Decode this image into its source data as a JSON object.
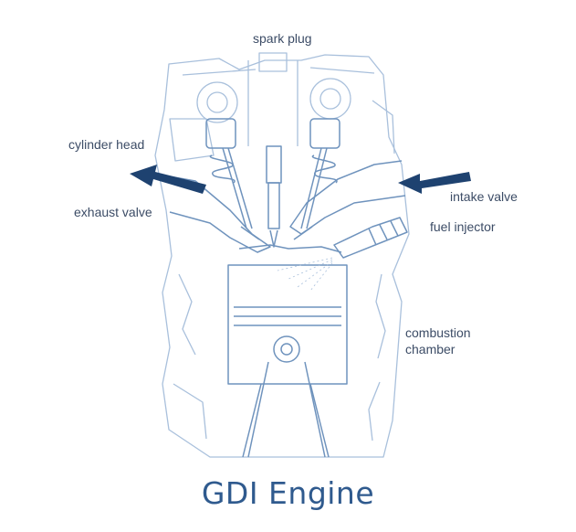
{
  "title": "GDI Engine",
  "labels": {
    "spark_plug": "spark plug",
    "cylinder_head": "cylinder head",
    "exhaust_valve": "exhaust valve",
    "intake_valve": "intake valve",
    "fuel_injector": "fuel injector",
    "combustion_line1": "combustion",
    "combustion_line2": "chamber"
  },
  "colors": {
    "line": "#6f93bd",
    "line_light": "#a9c0dc",
    "arrow": "#1e4270",
    "text": "#3c4c66",
    "title": "#2f5a8e"
  }
}
